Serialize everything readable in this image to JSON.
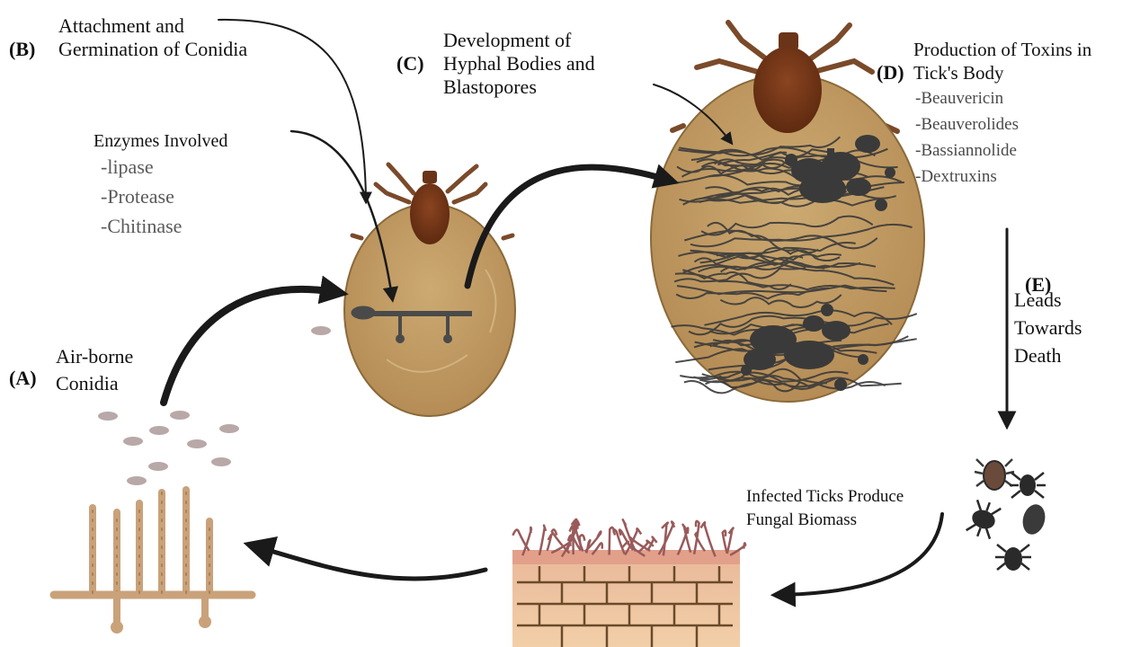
{
  "steps": {
    "a": {
      "tag": "(A)",
      "label": "Air-borne\nConidia"
    },
    "b": {
      "tag": "(B)",
      "label": "Attachment and\nGermination of Conidia"
    },
    "c": {
      "tag": "(C)",
      "label": "Development of\nHyphal Bodies and\nBlastopores"
    },
    "d": {
      "tag": "(D)",
      "label": "Production of Toxins in\nTick's Body"
    },
    "e": {
      "tag": "(E)",
      "label": "Leads\nTowards\nDeath"
    }
  },
  "enzymes": {
    "title": "Enzymes Involved",
    "items": [
      "-lipase",
      "-Protease",
      "-Chitinase"
    ]
  },
  "toxins": [
    "-Beauvericin",
    "-Beauverolides",
    "-Bassiannolide",
    "-Dextruxins"
  ],
  "biomass_label": "Infected Ticks Produce\nFungal Biomass",
  "colors": {
    "tick_body": "#c8a066",
    "tick_outline": "#8a6a3a",
    "tick_scutum": "#7a3a18",
    "hyphae": "#3a3a3a",
    "conidia": "#b9a8a8",
    "conidiophore": "#c9a27a",
    "arrow": "#1a1a1a"
  }
}
